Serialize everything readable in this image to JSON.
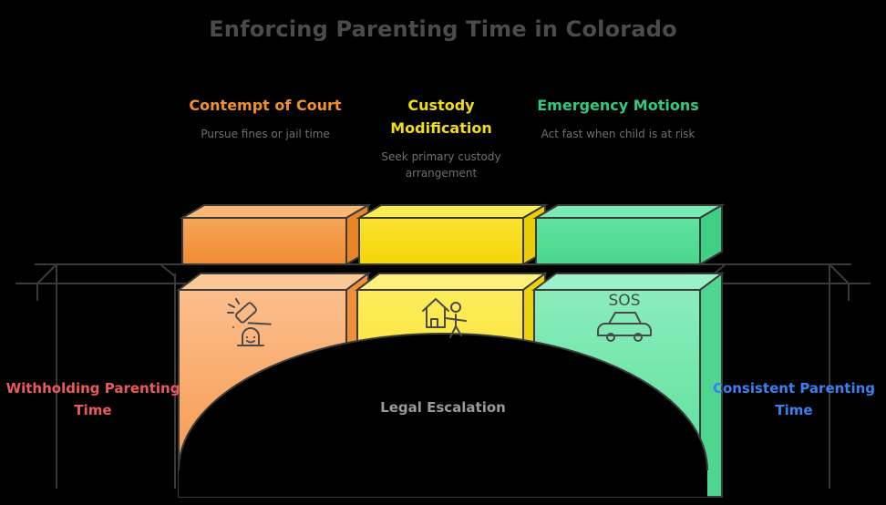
{
  "title": "Enforcing Parenting Time in Colorado",
  "columns": [
    {
      "heading": "Contempt of Court",
      "subtitle": "Pursue fines or jail time",
      "icon": "gavel-icon",
      "icon_label": "",
      "color": "#f0912d",
      "block_top_face": "#f9b878",
      "block_top_front_from": "#f9ab63",
      "block_top_front_to": "#f18c32",
      "block_bottom_face": "#fbc795",
      "block_bottom_front_from": "#fcc193",
      "block_bottom_front_to": "#f59646"
    },
    {
      "heading": "Custody Modification",
      "subtitle": "Seek primary custody arrangement",
      "icon": "house-child-icon",
      "icon_label": "",
      "color": "#f2dd12",
      "block_top_face": "#fced54",
      "block_top_front_from": "#fbe63c",
      "block_top_front_to": "#f5d508",
      "block_bottom_face": "#fdf07d",
      "block_bottom_front_from": "#fdee62",
      "block_bottom_front_to": "#f6d90d"
    },
    {
      "heading": "Emergency Motions",
      "subtitle": "Act fast when child is at risk",
      "icon": "sos-car-icon",
      "icon_label": "SOS",
      "color": "#32c97f",
      "block_top_face": "#7bebb4",
      "block_top_front_from": "#68e5a6",
      "block_top_front_to": "#49d88c",
      "block_bottom_face": "#9cf2c8",
      "block_bottom_front_from": "#8eeebe",
      "block_bottom_front_to": "#58dd97"
    }
  ],
  "left_label": "Withholding Parenting Time",
  "left_label_color": "#ec5b5b",
  "right_label": "Consistent Parenting Time",
  "right_label_color": "#3b7ff0",
  "arch_label": "Legal Escalation",
  "background": "#000000",
  "title_color": "#4b4b4b",
  "stroke_color": "#3a3a3a",
  "icon_stroke": "#4a4a4a"
}
